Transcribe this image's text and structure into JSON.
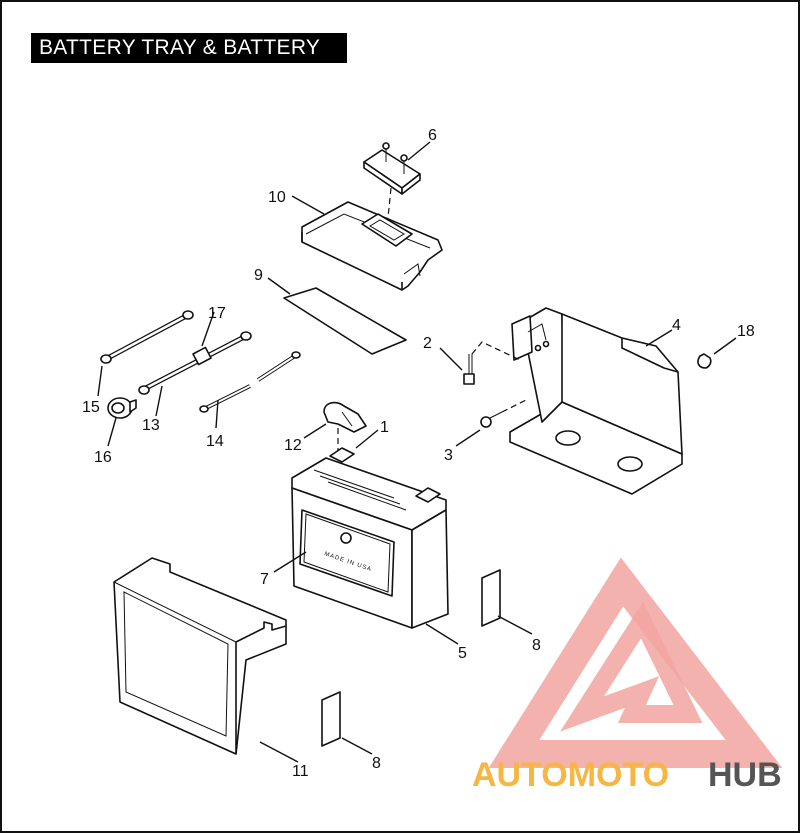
{
  "title": "BATTERY TRAY & BATTERY",
  "callouts": {
    "c1": "1",
    "c2": "2",
    "c3": "3",
    "c4": "4",
    "c5": "5",
    "c6": "6",
    "c7": "7",
    "c8a": "8",
    "c8b": "8",
    "c9": "9",
    "c10": "10",
    "c11": "11",
    "c12": "12",
    "c13": "13",
    "c14": "14",
    "c15": "15",
    "c16": "16",
    "c17": "17",
    "c18": "18"
  },
  "battery_label": "MADE IN USA",
  "watermark": {
    "word_a": "AUTOMOTO",
    "word_b": "HUB",
    "color_a": "#f5b642",
    "color_b": "#e8473c",
    "color_c": "#555555",
    "triangle_color": "#f1a4a0"
  }
}
